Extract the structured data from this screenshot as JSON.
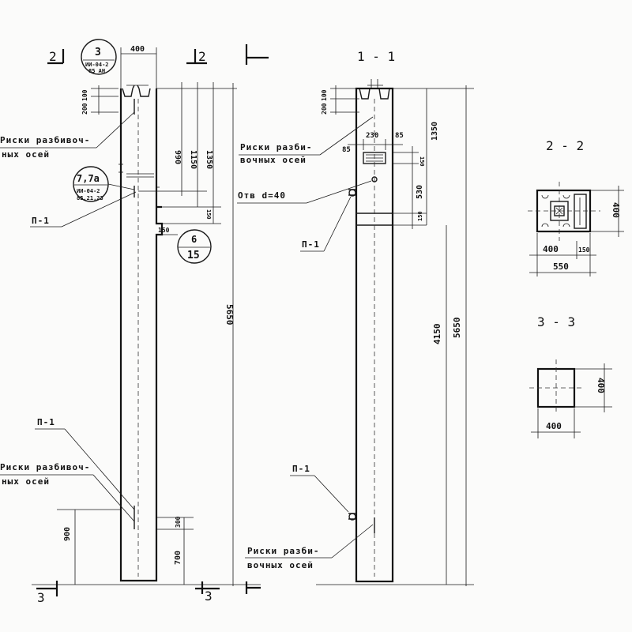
{
  "views": {
    "left": {
      "section_mark_top_left": "2",
      "section_mark_top_right": "2",
      "section_mark_bottom_left": "3",
      "section_mark_bottom_right": "3",
      "top_bubble": {
        "num": "3",
        "ref1": "ИИ-04-2",
        "ref2": "85 АН"
      },
      "mid_bubble": {
        "num": "7,7а",
        "ref1": "ИИ-04-2",
        "ref2": "85,21,23"
      },
      "node_bubble": {
        "num": "6",
        "den": "15"
      },
      "label_riski_top_1": "Риски разбивоч-",
      "label_riski_top_2": "ных осей",
      "label_riski_bot_1": "Риски разбивоч-",
      "label_riski_bot_2": "ных осей",
      "label_p1_top": "П-1",
      "label_p1_bot": "П-1",
      "dims": {
        "width": "400",
        "d100": "100",
        "d200": "200",
        "d990": "990",
        "d1150": "1150",
        "d1350": "1350",
        "d150a": "150",
        "d150b": "150",
        "d5650": "5650",
        "d900": "900",
        "d700": "700",
        "d300": "300"
      }
    },
    "center": {
      "title": "1 - 1",
      "label_riski_top_1": "Риски разби-",
      "label_riski_top_2": "вочных осей",
      "label_hole": "Отв d=40",
      "label_p1_top": "П-1",
      "label_p1_bot": "П-1",
      "label_riski_bot_1": "Риски разби-",
      "label_riski_bot_2": "вочных осей",
      "dims": {
        "d100": "100",
        "d200": "200",
        "d85a": "85",
        "d230": "230",
        "d85b": "85",
        "d150a": "150",
        "d1350": "1350",
        "d530": "530",
        "d150b": "150",
        "d4150": "4150",
        "d5650": "5650"
      }
    },
    "section22": {
      "title": "2 - 2",
      "dims": {
        "d400w": "400",
        "d150": "150",
        "d550": "550",
        "d400h": "400"
      }
    },
    "section33": {
      "title": "3 - 3",
      "dims": {
        "d400h": "400",
        "d400w": "400"
      }
    }
  }
}
